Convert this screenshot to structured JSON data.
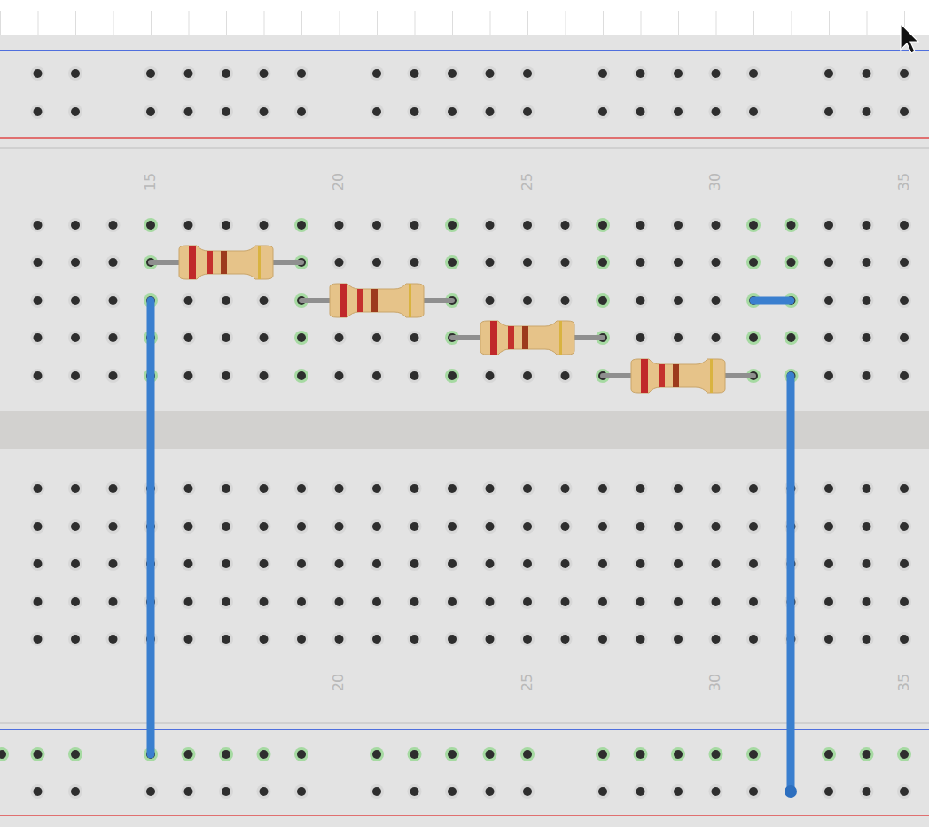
{
  "diagram": {
    "labels": [
      "15",
      "20",
      "25",
      "30",
      "35",
      "20",
      "25",
      "30",
      "35"
    ]
  }
}
